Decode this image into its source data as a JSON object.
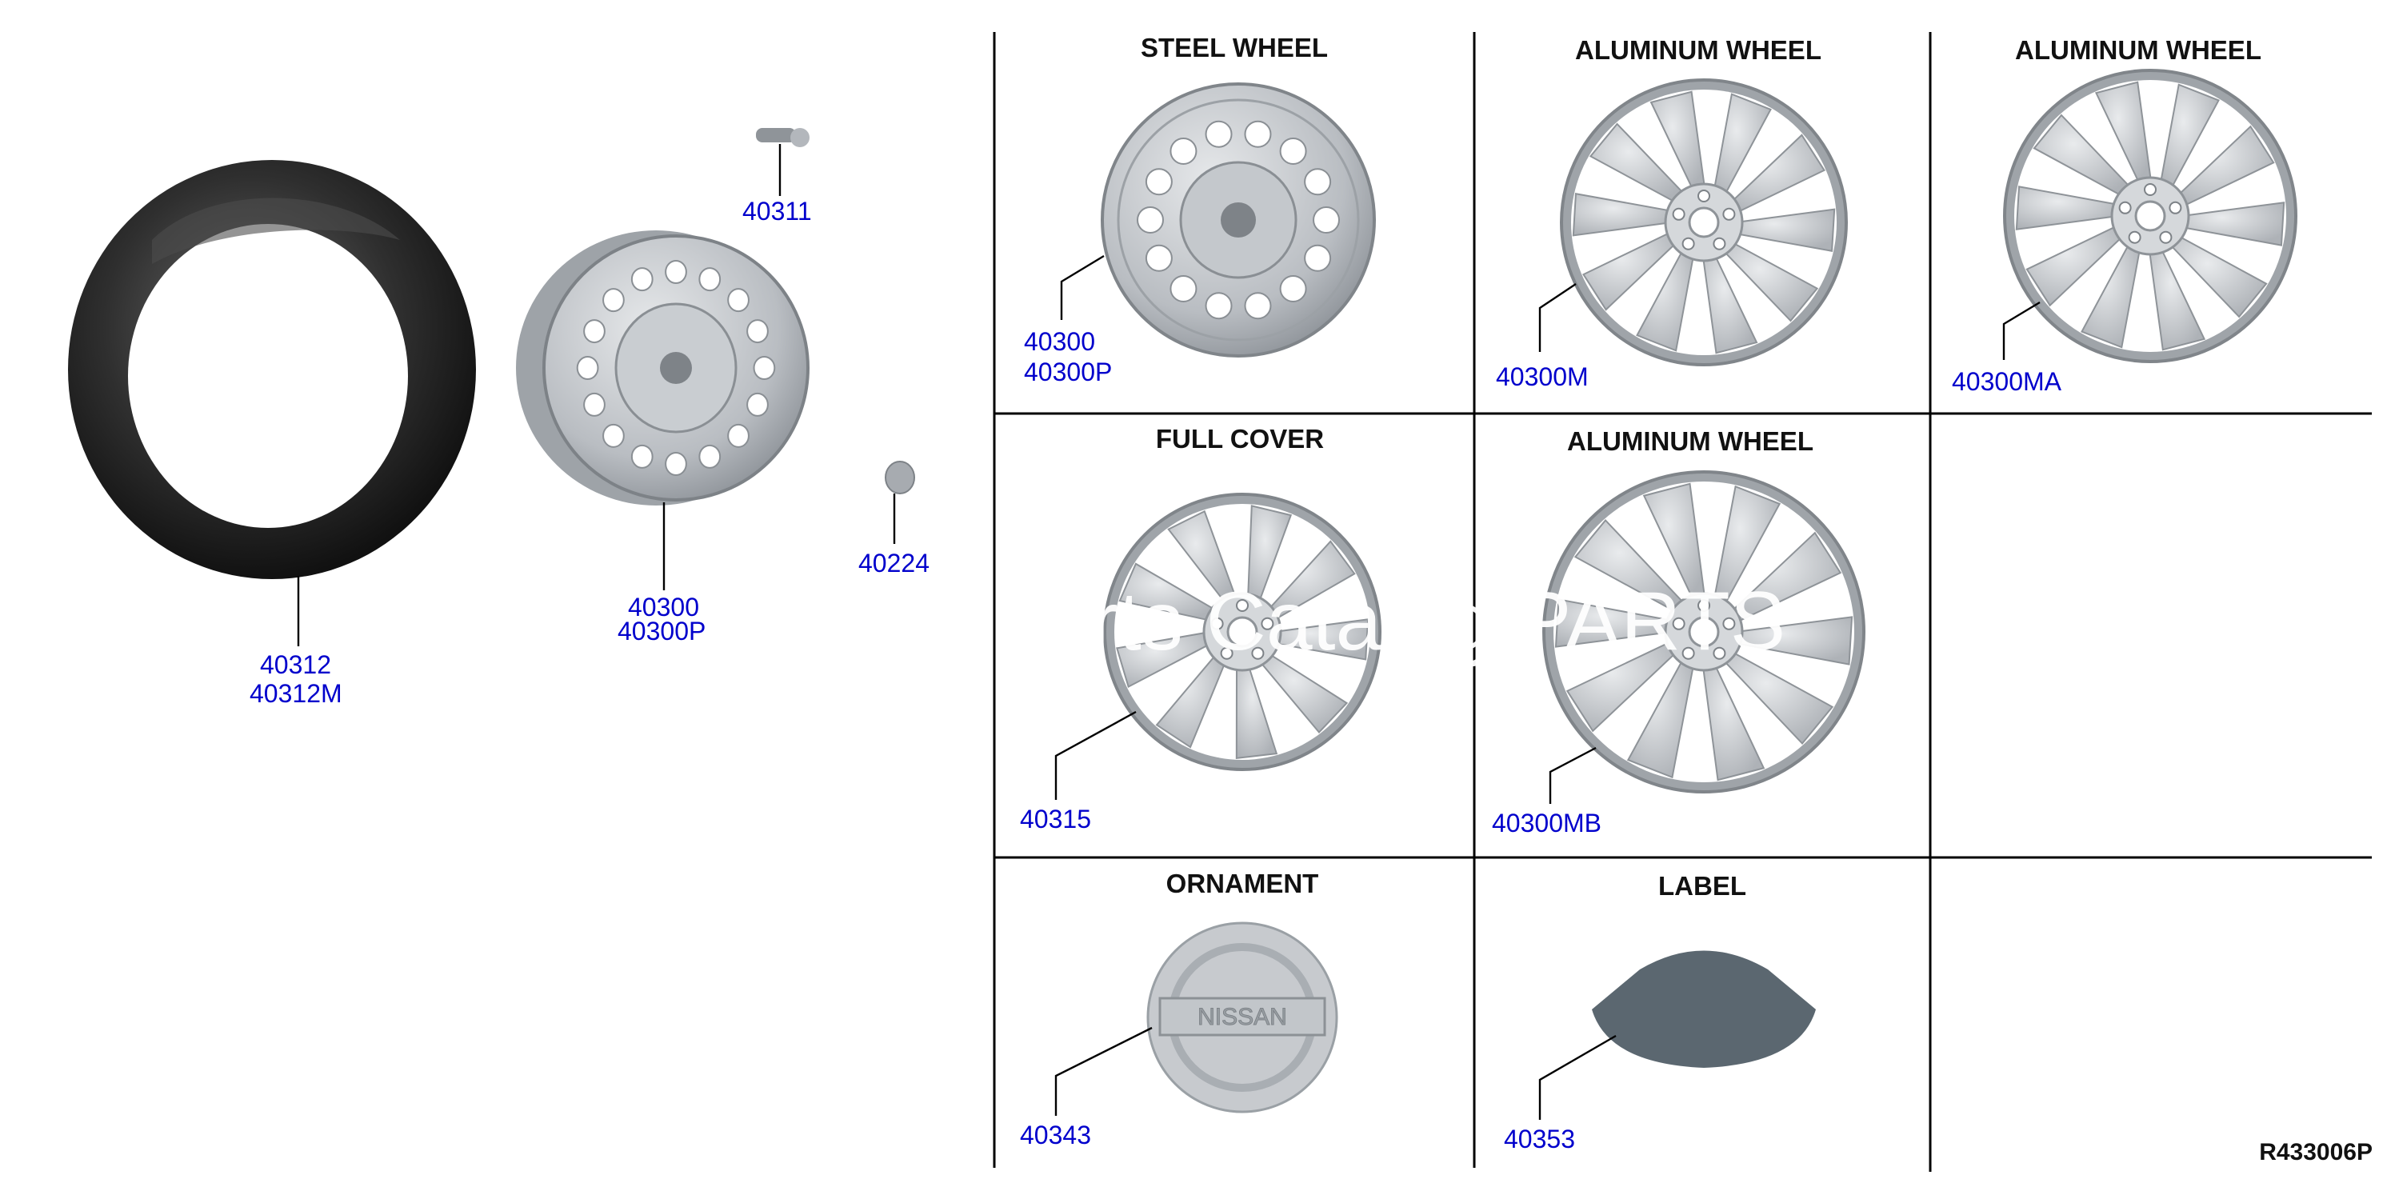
{
  "diagram": {
    "reference_code": "R433006P",
    "watermark": "Parts Catalog PARTS",
    "panels": {
      "steel_wheel": {
        "title": "STEEL WHEEL",
        "parts": [
          "40300",
          "40300P"
        ]
      },
      "aluminum_wheel_1": {
        "title": "ALUMINUM WHEEL",
        "parts": [
          "40300M"
        ]
      },
      "aluminum_wheel_2": {
        "title": "ALUMINUM WHEEL",
        "parts": [
          "40300MA"
        ]
      },
      "full_cover": {
        "title": "FULL COVER",
        "parts": [
          "40315"
        ]
      },
      "aluminum_wheel_3": {
        "title": "ALUMINUM WHEEL",
        "parts": [
          "40300MB"
        ]
      },
      "ornament": {
        "title": "ORNAMENT",
        "parts": [
          "40343"
        ],
        "emblem_text": "NISSAN"
      },
      "label": {
        "title": "LABEL",
        "parts": [
          "40353"
        ]
      }
    },
    "left_assembly": {
      "tire": [
        "40312",
        "40312M"
      ],
      "wheel": [
        "40300",
        "40300P"
      ],
      "valve": [
        "40311"
      ],
      "cap": [
        "40224"
      ]
    }
  },
  "colors": {
    "part_number": "#0000cc",
    "heading": "#111111",
    "tire": "#2a2a2a",
    "wheel_metal": "#bfc3c8",
    "label_sticker": "#5b6770"
  }
}
